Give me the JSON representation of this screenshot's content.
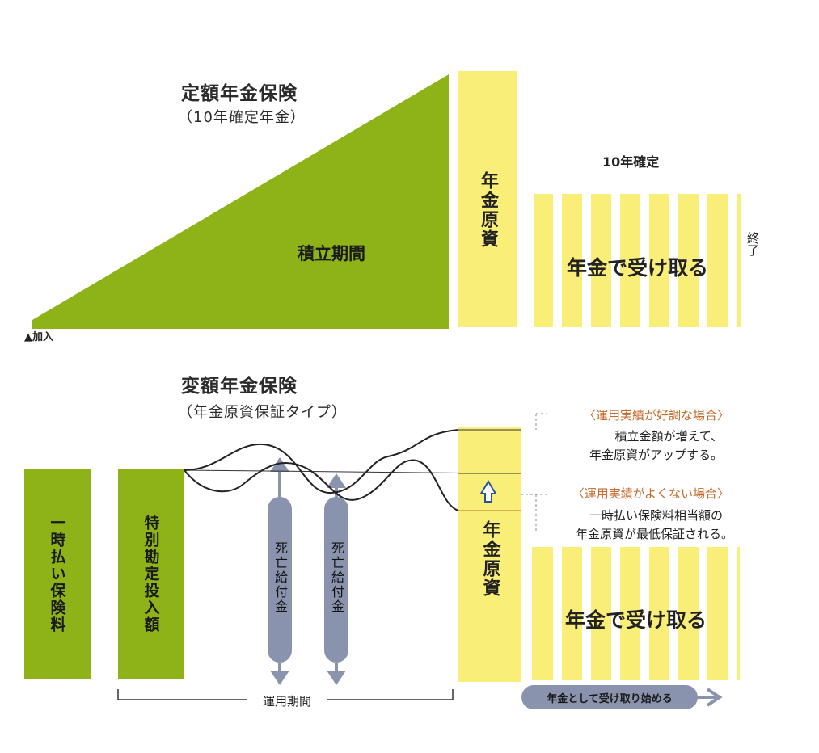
{
  "top": {
    "title": "定額年金保険",
    "subtitle": "（10年確定年金）",
    "accumulation_label": "積立期間",
    "enroll_label": "▲加入",
    "fund_label": "年金原資",
    "guaranteed_label": "10年確定",
    "receive_label": "年金で受け取る",
    "end_label": "終了"
  },
  "bottom": {
    "title": "変額年金保険",
    "subtitle": "（年金原資保証タイプ）",
    "lump_sum_label": "一時払い保険料",
    "special_account_label": "特別勘定投入額",
    "death_benefit_1": "死亡給付金",
    "death_benefit_2": "死亡給付金",
    "fund_label": "年金原資",
    "good_case_title": "〈運用実績が好調な場合〉",
    "good_case_line1": "積立金額が増えて、",
    "good_case_line2": "年金原資がアップする。",
    "bad_case_title": "〈運用実績がよくない場合〉",
    "bad_case_line1": "一時払い保険料相当額の",
    "bad_case_line2": "年金原資が最低保証される。",
    "receive_label": "年金で受け取る",
    "operation_period_label": "運用期間",
    "start_label": "年金として受け取り始める"
  },
  "colors": {
    "green": "#8db319",
    "yellow": "#f9ef78",
    "gray_blue": "#8a93ad",
    "arrow_blue": "#2c4fa0",
    "orange": "#c46a2c"
  }
}
